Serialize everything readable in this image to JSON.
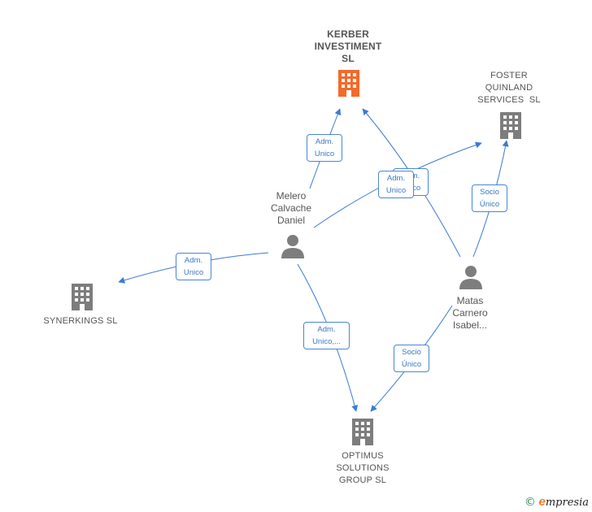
{
  "colors": {
    "edge": "#3a7ad4",
    "company": "#7d7d7d",
    "main_company": "#f36a2b",
    "person": "#7d7d7d"
  },
  "nodes": {
    "kerber": {
      "label_lines": [
        "KERBER",
        "INVESTIMENT",
        "SL"
      ],
      "icon": "building-icon"
    },
    "foster": {
      "label_lines": [
        "FOSTER",
        "QUINLAND",
        "SERVICES  SL"
      ],
      "icon": "building-icon"
    },
    "synerkings": {
      "label_lines": [
        "SYNERKINGS SL"
      ],
      "icon": "building-icon"
    },
    "optimus": {
      "label_lines": [
        "OPTIMUS",
        "SOLUTIONS",
        "GROUP SL"
      ],
      "icon": "building-icon"
    },
    "melero": {
      "label_lines": [
        "Melero",
        "Calvache",
        "Daniel"
      ],
      "icon": "person-icon"
    },
    "matas": {
      "label_lines": [
        "Matas",
        "Carnero",
        "Isabel..."
      ],
      "icon": "person-icon"
    }
  },
  "edge_labels": {
    "melero_kerber": [
      "Adm.",
      "Unico"
    ],
    "matas_kerber_hidden": [
      "Adm.",
      "Unico"
    ],
    "melero_foster": [
      "Adm.",
      "Unico"
    ],
    "matas_foster": [
      "Socio",
      "Único"
    ],
    "melero_synerkings": [
      "Adm.",
      "Unico"
    ],
    "melero_optimus": [
      "Adm.",
      "Unico,..."
    ],
    "matas_optimus": [
      "Socio",
      "Único"
    ]
  },
  "footer": {
    "copyright": "©",
    "brand_first": "e",
    "brand_rest": "mpresia"
  }
}
